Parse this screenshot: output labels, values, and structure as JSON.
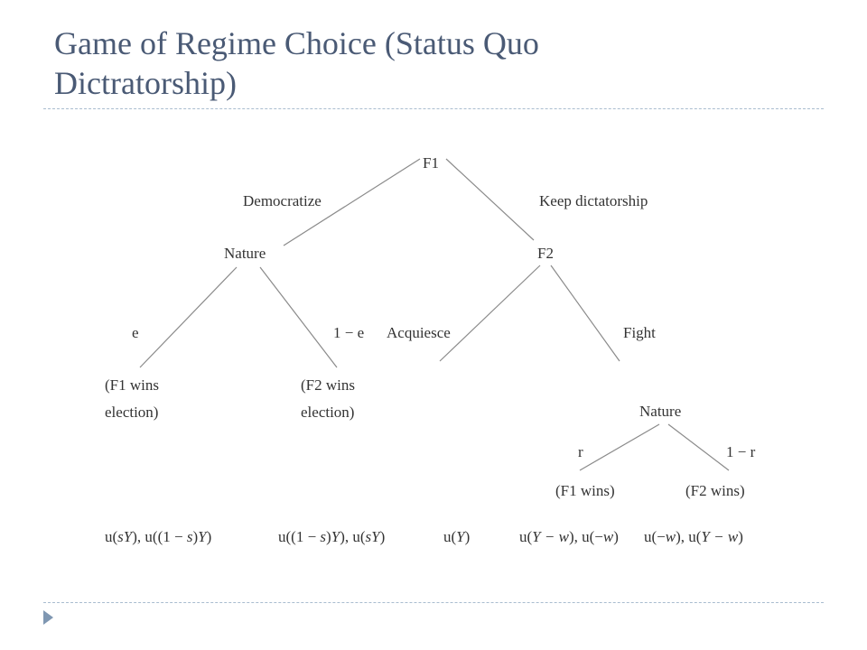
{
  "title": {
    "line1": "Game of Regime Choice (Status Quo",
    "line2": "Dictratorship)"
  },
  "tree": {
    "root": "F1",
    "left_action": "Democratize",
    "right_action": "Keep dictatorship",
    "nature1": "Nature",
    "f2": "F2",
    "prob_e": "e",
    "prob_1me": "1 − e",
    "acquiesce": "Acquiesce",
    "fight": "Fight",
    "outcome1_line1": "(F1 wins",
    "outcome1_line2": "election)",
    "outcome2_line1": "(F2 wins",
    "outcome2_line2": "election)",
    "nature2": "Nature",
    "prob_r": "r",
    "prob_1mr": "1 − r",
    "outcome3": "(F1 wins)",
    "outcome4": "(F2 wins)"
  },
  "payoffs": {
    "p1_pre": "u(",
    "p1_v1": "sY",
    "p1_mid": "), u((1 − ",
    "p1_v2": "s",
    "p1_mid2": ")",
    "p1_v3": "Y",
    "p1_end": ")",
    "p2_pre": "u((1 − ",
    "p2_v1": "s",
    "p2_mid": ")",
    "p2_v2": "Y",
    "p2_mid2": "), u(",
    "p2_v3": "sY",
    "p2_end": ")",
    "p3_pre": "u(",
    "p3_v1": "Y",
    "p3_end": ")",
    "p4_pre": "u(",
    "p4_v1": "Y − w",
    "p4_mid": "), u(−",
    "p4_v2": "w",
    "p4_end": ")",
    "p5_pre": "u(−",
    "p5_v1": "w",
    "p5_mid": "), u(",
    "p5_v2": "Y − w",
    "p5_end": ")"
  },
  "colors": {
    "title": "#4a5a75",
    "divider": "#a9bccf",
    "bullet": "#7f97b2",
    "tree_text": "#333333",
    "tree_line": "#8a8a8a"
  }
}
